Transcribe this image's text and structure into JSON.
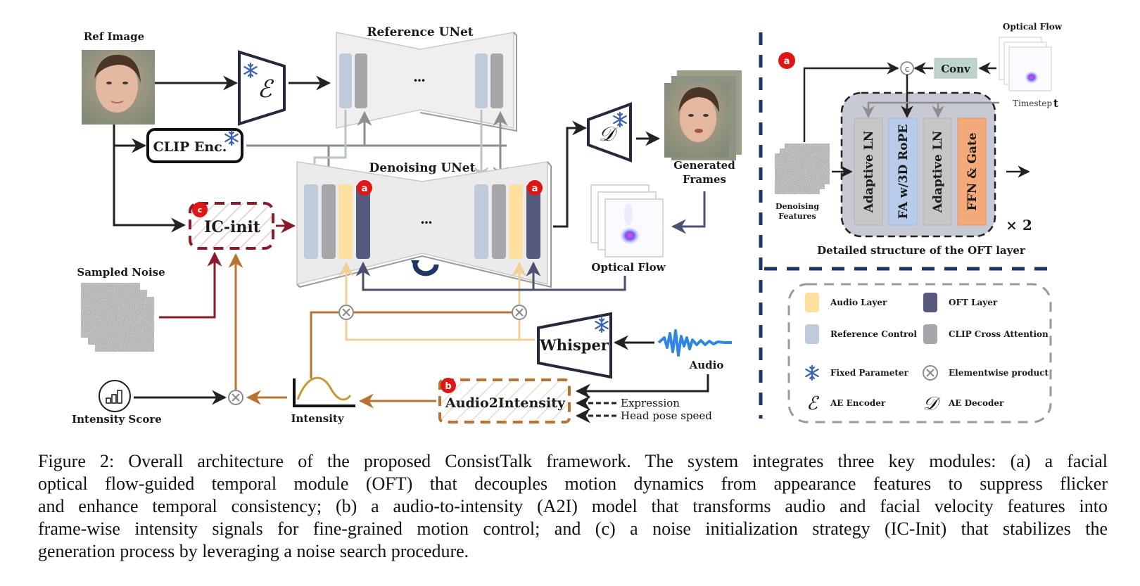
{
  "figure": {
    "ref_image_label": "Ref Image",
    "reference_unet_label": "Reference UNet",
    "denoising_unet_label": "Denoising UNet",
    "ellipsis": "...",
    "encoder_symbol": "ℰ",
    "decoder_symbol": "𝒟",
    "clip_enc_label": "CLIP Enc.",
    "ic_init_label": "IC-init",
    "sampled_noise_label": "Sampled Noise",
    "generated_frames_label": [
      "Generated",
      "Frames"
    ],
    "optical_flow_label": "Optical Flow",
    "whisper_label": "Whisper",
    "audio_label": "Audio",
    "audio2intensity_label": "Audio2Intensity",
    "expression_label": "Expression",
    "head_pose_label": "Head pose speed",
    "intensity_label": "Intensity",
    "intensity_score_label": "Intensity Score",
    "badges": {
      "a": "a",
      "b": "b",
      "c": "c"
    },
    "oft_panel": {
      "badge": "a",
      "optical_flow_label": "Optical Flow",
      "conv_label": "Conv",
      "concat_symbol": "c",
      "timestep_label": "Timestep",
      "timestep_var": "t",
      "denoising_features_label": [
        "Denoising",
        "Features"
      ],
      "blocks": [
        "Adaptive LN",
        "FA w/3D RoPE",
        "Adaptive LN",
        "FFN & Gate"
      ],
      "repeat_label": "× 2",
      "title": "Detailed structure of the OFT layer"
    },
    "legend": [
      {
        "label": "Audio Layer",
        "icon": "audio-layer-swatch",
        "color": "#fde0a0"
      },
      {
        "label": "OFT Layer",
        "icon": "oft-layer-swatch",
        "color": "#565a7c"
      },
      {
        "label": "Reference Control",
        "icon": "reference-control-swatch",
        "color": "#bfcadb"
      },
      {
        "label": "CLIP Cross Attention",
        "icon": "clip-cross-attention-swatch",
        "color": "#a7a7ab"
      },
      {
        "label": "Fixed Parameter",
        "icon": "snowflake-icon",
        "color": "#3a63b0"
      },
      {
        "label": "Elementwise product",
        "icon": "elementwise-product-icon",
        "color": "#888888"
      },
      {
        "label": "AE Encoder",
        "icon": "encoder-symbol",
        "symbol": "ℰ"
      },
      {
        "label": "AE Decoder",
        "icon": "decoder-symbol",
        "symbol": "𝒟"
      }
    ],
    "colors": {
      "reference_control": "#bfcadb",
      "clip_cross_attention": "#a7a7ab",
      "audio_layer": "#fde0a0",
      "oft_layer": "#565a7c",
      "badge_red": "#e01515",
      "ic_init_red": "#8a1a2a",
      "intensity_orange": "#b87332",
      "divider_navy": "#1f3563",
      "snowflake_blue": "#3a63b0",
      "fa_block_blue": "#b9cbea",
      "ffn_block_orange": "#f4a97a",
      "conv_green": "#bfd3cd"
    }
  },
  "caption": {
    "lines": [
      "Figure 2: Overall architecture of the proposed ConsistTalk framework. The system integrates three key modules: (a) a facial",
      "optical flow-guided temporal module (OFT) that decouples motion dynamics from appearance features to suppress flicker",
      "and enhance temporal consistency; (b) a audio-to-intensity (A2I) model that transforms audio and facial velocity features into",
      "frame-wise intensity signals for fine-grained motion control; and (c) a noise initialization strategy (IC-Init) that stabilizes the",
      "generation process by leveraging a noise search procedure."
    ]
  }
}
